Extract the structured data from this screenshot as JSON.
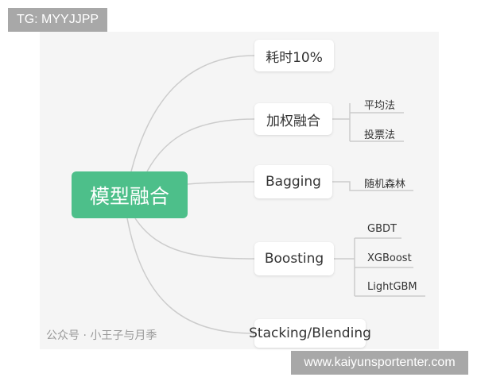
{
  "root": "模型融合",
  "branches": [
    {
      "label": "耗时10%",
      "children": []
    },
    {
      "label": "加权融合",
      "children": [
        "平均法",
        "投票法"
      ]
    },
    {
      "label": "Bagging",
      "children": [
        "随机森林"
      ]
    },
    {
      "label": "Boosting",
      "children": [
        "GBDT",
        "XGBoost",
        "LightGBM"
      ]
    },
    {
      "label": "Stacking/Blending",
      "children": []
    }
  ],
  "watermark": "公众号 · 小王子与月季",
  "overlay_tag": "TG: MYYJJPP",
  "overlay_url": "www.kaiyunsportenter.com",
  "colors": {
    "root": "#4dbf8a",
    "lines": "#cccccc",
    "background": "#f5f5f5"
  }
}
